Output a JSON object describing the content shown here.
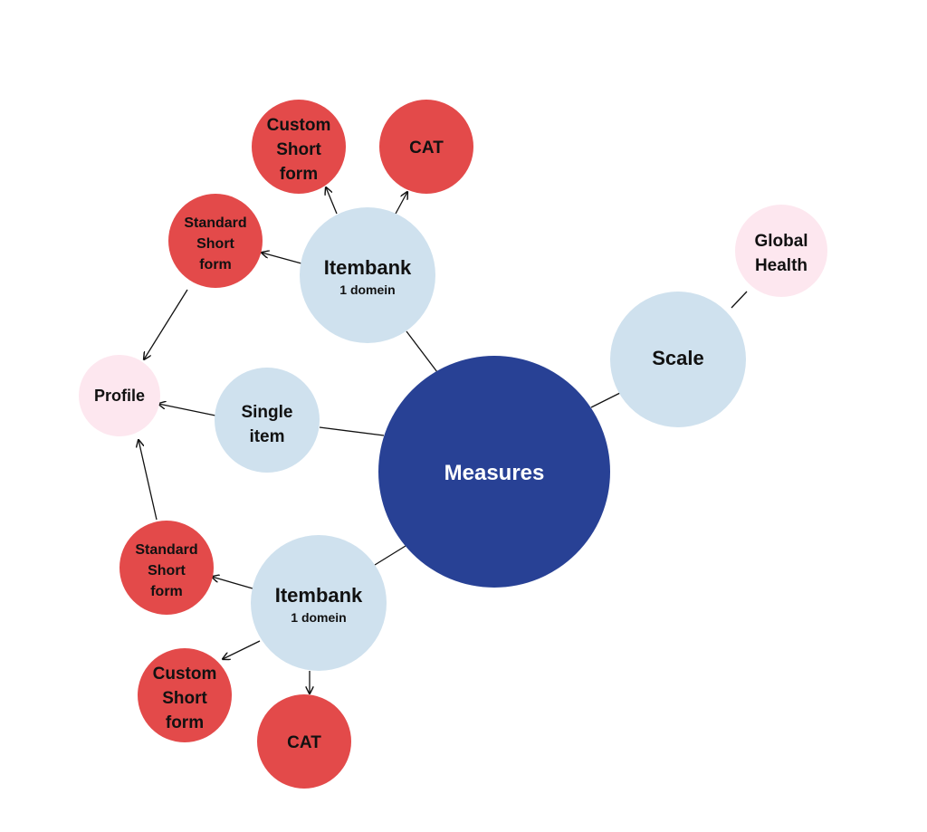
{
  "colors": {
    "measures": "#284195",
    "light_blue": "#cfe1ee",
    "red": "#e34a4a",
    "pink": "#fde7ef",
    "line": "#111111",
    "text_dark": "#111111",
    "text_light": "#ffffff"
  },
  "nodes": {
    "measures": {
      "label": "Measures"
    },
    "scale": {
      "label": "Scale"
    },
    "global_health": {
      "line1": "Global",
      "line2": "Health"
    },
    "single_item": {
      "line1": "Single",
      "line2": "item"
    },
    "profile": {
      "label": "Profile"
    },
    "itembank_top": {
      "title": "Itembank",
      "sub": "1 domein"
    },
    "itembank_bottom": {
      "title": "Itembank",
      "sub": "1 domein"
    },
    "custom_short_top": {
      "line1": "Custom",
      "line2": "Short",
      "line3": "form"
    },
    "cat_top": {
      "label": "CAT"
    },
    "standard_short_top": {
      "line1": "Standard",
      "line2": "Short",
      "line3": "form"
    },
    "standard_short_bottom": {
      "line1": "Standard",
      "line2": "Short",
      "line3": "form"
    },
    "custom_short_bottom": {
      "line1": "Custom",
      "line2": "Short",
      "line3": "form"
    },
    "cat_bottom": {
      "label": "CAT"
    }
  }
}
